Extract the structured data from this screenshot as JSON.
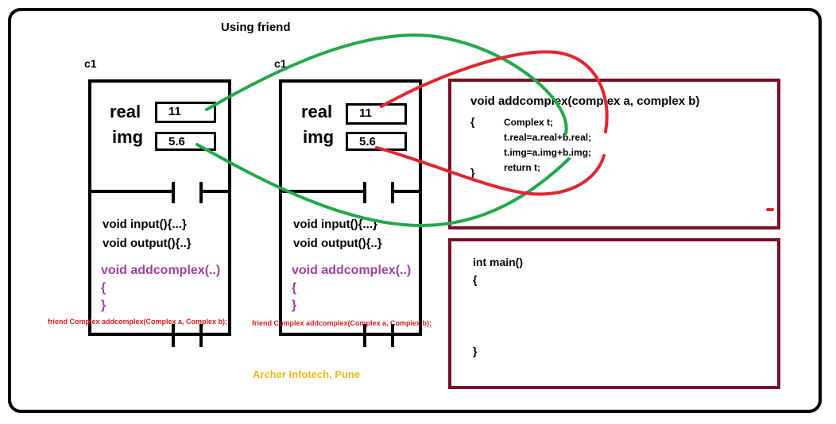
{
  "title": "Using friend",
  "objects": [
    {
      "label": "c1",
      "real_label": "real",
      "real_value": "11",
      "img_label": "img",
      "img_value": "5.6",
      "methods": [
        "void input(){...}",
        "void output(){..}"
      ],
      "addcomplex": "void addcomplex(..)",
      "open_brace": "{",
      "close_brace": "}",
      "friend_decl": "friend Complex addcomplex(Complex a, Complex b);"
    },
    {
      "label": "c1",
      "real_label": "real",
      "real_value": "11",
      "img_label": "img",
      "img_value": "5.6",
      "methods": [
        "void input(){...}",
        "void output(){..}"
      ],
      "addcomplex": "void addcomplex(..)",
      "open_brace": "{",
      "close_brace": "}",
      "friend_decl": "friend Complex addcomplex(Complex a, Complex b);"
    }
  ],
  "function_box": {
    "signature": "void addcomplex(complex a, complex b)",
    "open_brace": "{",
    "lines": [
      "Complex t;",
      "t.real=a.real+b.real;",
      "t.img=a.img+b.img;",
      "return t;"
    ],
    "close_brace": "}"
  },
  "main_box": {
    "signature": "int main()",
    "open_brace": "{",
    "close_brace": "}"
  },
  "footer": "Archer Infotech, Pune",
  "colors": {
    "green": "#22a84a",
    "red": "#e0262e",
    "maroon": "#7a1026",
    "purple": "#a040a0",
    "friend_red": "#d01c1c",
    "footer_yellow": "#e8b818"
  }
}
